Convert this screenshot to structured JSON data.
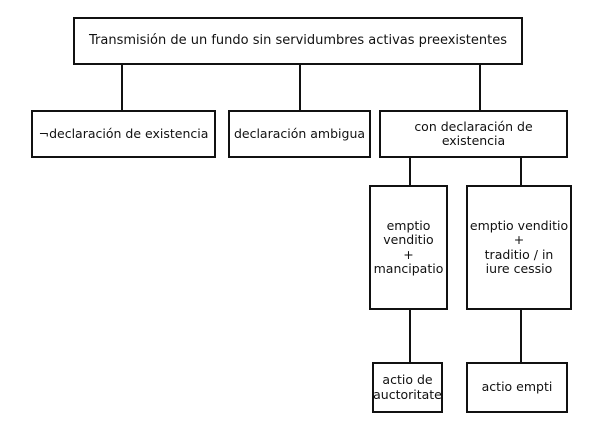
{
  "colors": {
    "line": "#111111",
    "background": "#ffffff"
  },
  "diagram": {
    "root": "Transmisión de un fundo sin servidumbres activas preexistentes",
    "branches": {
      "negation": "¬declaración de existencia",
      "ambiguous": "declaración ambigua",
      "with_declaration": "con declaración de existencia"
    },
    "transactions": {
      "mancipatio": [
        "emptio",
        "venditio",
        "+",
        "mancipatio"
      ],
      "traditio": [
        "emptio venditio",
        "+",
        "traditio / in",
        "iure cessio"
      ]
    },
    "actions": {
      "auctoritate": [
        "actio de",
        "auctoritate"
      ],
      "empti": [
        "actio empti"
      ]
    }
  }
}
